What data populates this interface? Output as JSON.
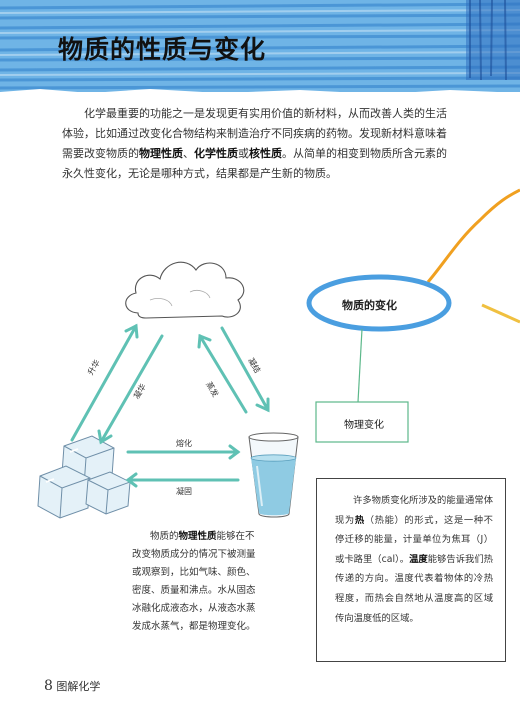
{
  "header": {
    "title": "物质的性质与变化",
    "accent": "#3b8fd6"
  },
  "intro": {
    "p1": "化学最重要的功能之一是发现更有实用价值的新材料，从而改善人类的生活体验，比如通过改变化合物结构来制造治疗不同疾病的药物。发现新材料意味着需要改变物质的",
    "b1": "物理性质",
    "s1": "、",
    "b2": "化学性质",
    "s2": "或",
    "b3": "核性质",
    "p2": "。从简单的相变到物质所含元素的永久性变化，无论是哪种方式，结果都是产生新的物质。"
  },
  "diagram": {
    "sublimation": "升华",
    "deposition": "凝华",
    "evaporation": "蒸发",
    "condensation": "凝结",
    "melting": "熔化",
    "solidification": "凝固",
    "arrow_color": "#5fc1b4"
  },
  "map": {
    "center": "物质的变化",
    "physical": "物理变化",
    "bubble_color": "#4a9ee0",
    "box_color": "#5cb88a",
    "branch_color": "#f0a020"
  },
  "physical_note": {
    "t1": "物质的",
    "b": "物理性质",
    "t2": "能够在不改变物质成分的情况下被测量或观察到，比如气味、颜色、密度、质量和沸点。水从固态冰融化成液态水，从液态水蒸发成水蒸气，都是物理变化。"
  },
  "energy_note": {
    "t1": "许多物质变化所涉及的能量通常体现为",
    "b1": "热",
    "t2": "（热能）的形式，这是一种不停迁移的能量，计量单位为焦耳（J）或卡路里（cal）。",
    "b2": "温度",
    "t3": "能够告诉我们热传递的方向。温度代表着物体的冷热程度，而热会自然地从温度高的区域传向温度低的区域。"
  },
  "footer": {
    "page": "8",
    "book": "图解化学"
  }
}
